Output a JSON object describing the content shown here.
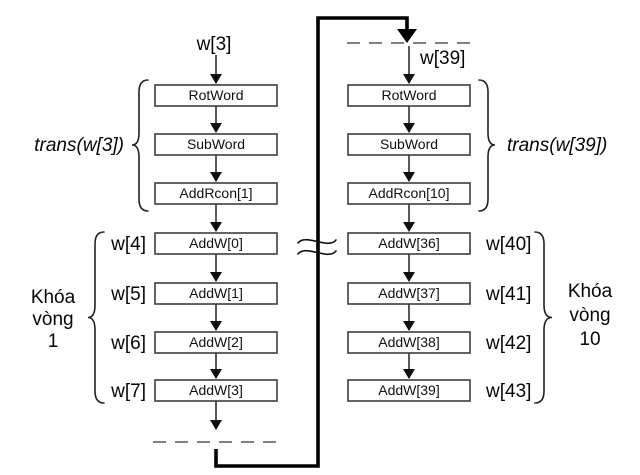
{
  "figure": {
    "background": "#ffffff",
    "line_color": "#000000",
    "box_border_color": "#3d3d3d",
    "left_column": {
      "input_word": "w[3]",
      "transform_label": "trans(w[3])",
      "transform_ops": [
        "RotWord",
        "SubWord",
        "AddRcon[1]"
      ],
      "add_ops": [
        "AddW[0]",
        "AddW[1]",
        "AddW[2]",
        "AddW[3]"
      ],
      "output_words": [
        "w[4]",
        "w[5]",
        "w[6]",
        "w[7]"
      ],
      "round_key_label": [
        "Khóa",
        "vòng",
        "1"
      ]
    },
    "right_column": {
      "input_word": "w[39]",
      "transform_label": "trans(w[39])",
      "transform_ops": [
        "RotWord",
        "SubWord",
        "AddRcon[10]"
      ],
      "add_ops": [
        "AddW[36]",
        "AddW[37]",
        "AddW[38]",
        "AddW[39]"
      ],
      "output_words": [
        "w[40]",
        "w[41]",
        "w[42]",
        "w[43]"
      ],
      "round_key_label": [
        "Khóa",
        "vòng",
        "10"
      ]
    }
  }
}
